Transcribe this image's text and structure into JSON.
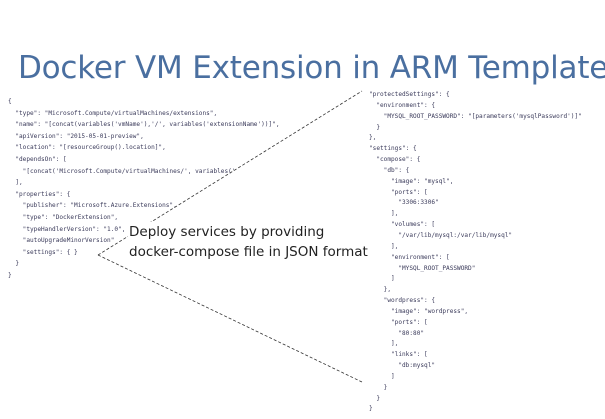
{
  "title": "Docker VM Extension in ARM Template",
  "callout": {
    "line1": "Deploy services by providing",
    "line2": "docker-compose file in JSON format"
  },
  "left_code": [
    "{",
    "  \"type\": \"Microsoft.Compute/virtualMachines/extensions\",",
    "  \"name\": \"[concat(variables('vmName'),'/', variables('extensionName'))]\",",
    "  \"apiVersion\": \"2015-05-01-preview\",",
    "  \"location\": \"[resourceGroup().location]\",",
    "  \"dependsOn\": [",
    "    \"[concat('Microsoft.Compute/virtualMachines/', variables('",
    "  ],",
    "  \"properties\": {",
    "    \"publisher\": \"Microsoft.Azure.Extensions\",",
    "    \"type\": \"DockerExtension\",",
    "    \"typeHandlerVersion\": \"1.0\",",
    "    \"autoUpgradeMinorVersion\"",
    "    \"settings\": { }",
    "  }",
    "}"
  ],
  "right_code": [
    "\"protectedSettings\": {",
    "  \"environment\": {",
    "    \"MYSQL_ROOT_PASSWORD\": \"[parameters('mysqlPassword')]\"",
    "  }",
    "},",
    "\"settings\": {",
    "  \"compose\": {",
    "    \"db\": {",
    "      \"image\": \"mysql\",",
    "      \"ports\": [",
    "        \"3306:3306\"",
    "      ],",
    "      \"volumes\": [",
    "        \"/var/lib/mysql:/var/lib/mysql\"",
    "      ],",
    "      \"environment\": [",
    "        \"MYSQL_ROOT_PASSWORD\"",
    "      ]",
    "    },",
    "    \"wordpress\": {",
    "      \"image\": \"wordpress\",",
    "      \"ports\": [",
    "        \"80:80\"",
    "      ],",
    "      \"links\": [",
    "        \"db:mysql\"",
    "      ]",
    "    }",
    "  }",
    "}"
  ]
}
